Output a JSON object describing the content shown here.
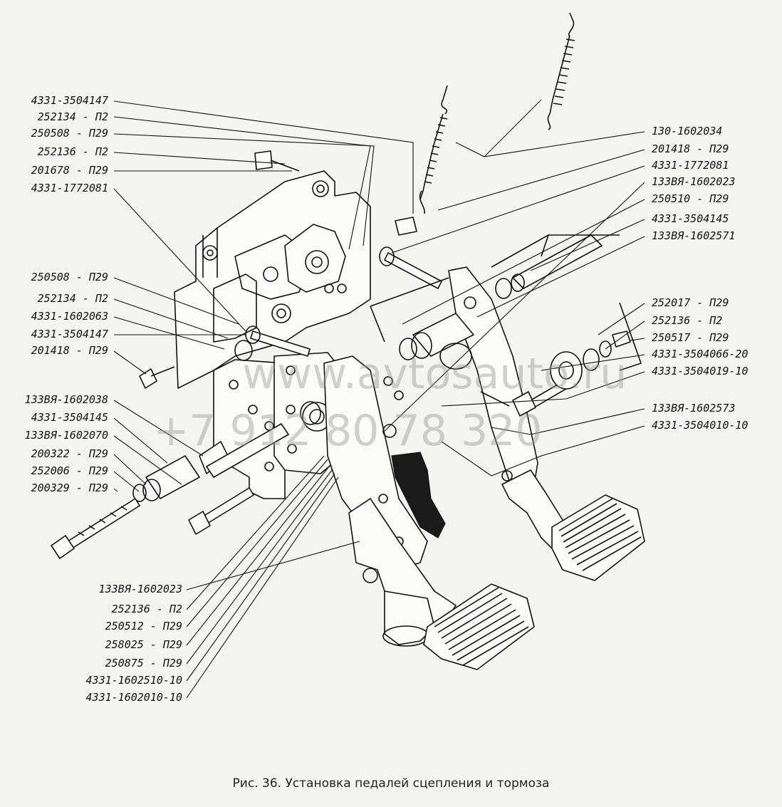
{
  "labels_left": [
    "4331-3504147",
    "252134 - П2",
    "250508 - П29",
    "252136 - П2",
    "201678 - П29",
    "4331-1772081",
    "250508 - П29",
    "252134 - П2",
    "4331-1602063",
    "4331-3504147",
    "201418 - П29",
    "133ВЯ-1602038",
    "4331-3504145",
    "133ВЯ-1602070",
    "200322 - П29",
    "252006 - П29",
    "200329 - П29"
  ],
  "labels_right": [
    "130-1602034",
    "201418 - П29",
    "4331-1772081",
    "133ВЯ-1602023",
    "250510 - П29",
    "4331-3504145",
    "133ВЯ-1602571",
    "252017 - П29",
    "252136 - П2",
    "250517 - П29",
    "4331-3504066-20",
    "4331-3504019-10",
    "133ВЯ-1602573",
    "4331-3504010-10"
  ],
  "labels_bottom": [
    "133ВЯ-1602023",
    "252136 - П2",
    "250512 - П29",
    "258025 - П29",
    "250875 - П29",
    "4331-1602510-10",
    "4331-1602010-10"
  ],
  "watermark": {
    "line1": "www.avtosauto.ru",
    "line2": "+7 912 80 78 320"
  },
  "caption": "Рис. 36. Установка педалей сцепления и тормоза"
}
